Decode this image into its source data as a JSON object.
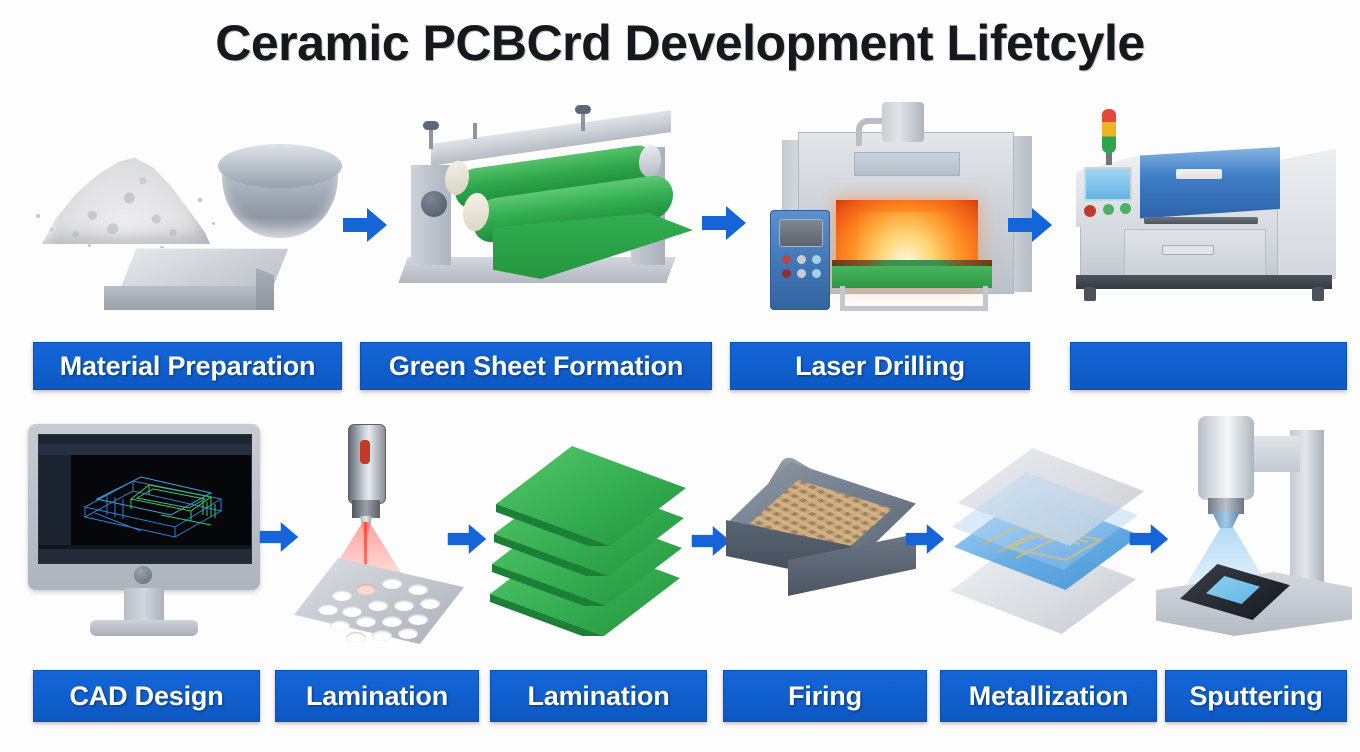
{
  "page": {
    "title": "Ceramic PCBCrd Development Lifetcyle",
    "background_color": "#ffffff",
    "title_color": "#15181c"
  },
  "theme": {
    "bar_color": "#1160cf",
    "bar_border_color": "#0a50b4",
    "bar_text_color": "#ffffff",
    "arrow_color": "#1565d8",
    "green_sheet_color": "#2fa84c",
    "furnace_glow_color": "#ff8c22",
    "laser_beam_color": "#ff4b3a",
    "sputter_beam_color": "#78bef0",
    "metal_trace_color": "#d9b45a"
  },
  "rows": [
    {
      "row_name": "row-1",
      "steps": [
        {
          "label": "Material Preparation",
          "illustration": "ceramic-powder-and-substrate",
          "has_label_text": true
        },
        {
          "label": "Green Sheet Formation",
          "illustration": "tape-casting-machine",
          "has_label_text": true
        },
        {
          "label": "Laser Drilling",
          "illustration": "sintering-furnace",
          "has_label_text": true
        },
        {
          "label": "",
          "illustration": "laser-drilling-machine",
          "has_label_text": false
        }
      ],
      "arrows": 3
    },
    {
      "row_name": "row-2",
      "steps": [
        {
          "label": "CAD Design",
          "illustration": "cad-workstation-monitor",
          "has_label_text": true
        },
        {
          "label": "Lamination",
          "illustration": "laser-drill-head-plate",
          "has_label_text": true
        },
        {
          "label": "Lamination",
          "illustration": "stacked-green-sheets",
          "has_label_text": true
        },
        {
          "label": "Firing",
          "illustration": "sintering-tray-box",
          "has_label_text": true
        },
        {
          "label": "Metallization",
          "illustration": "layered-circuit-substrate",
          "has_label_text": true
        },
        {
          "label": "Sputtering",
          "illustration": "sputtering-deposition-machine",
          "has_label_text": true
        }
      ],
      "arrows": 5
    }
  ],
  "icons": {
    "arrow": "arrow-right-icon",
    "signal_tower": "signal-tower-icon",
    "powder_pile": "powder-pile-icon",
    "bowl": "powder-bowl-icon",
    "substrate": "ceramic-substrate-icon",
    "monitor": "monitor-icon",
    "laser_head": "laser-head-icon",
    "green_sheets": "green-sheet-stack-icon",
    "tray": "firing-tray-icon",
    "layers": "layer-stack-icon",
    "sputter": "sputter-chamber-icon"
  }
}
